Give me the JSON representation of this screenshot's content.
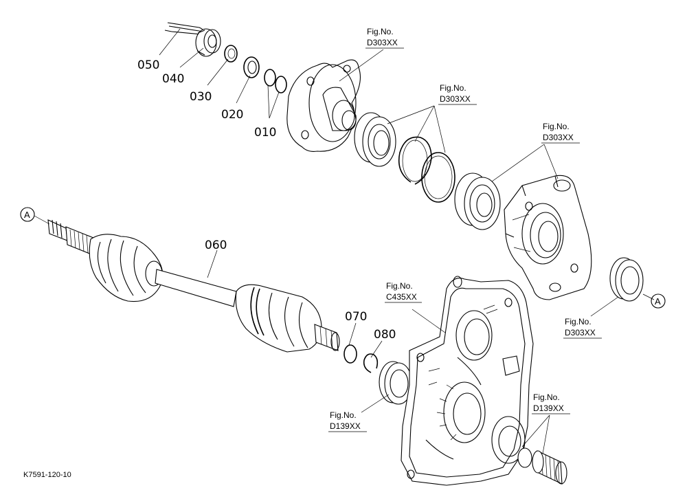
{
  "drawing_code": "K7591-120-10",
  "part_labels": {
    "p050": "050",
    "p040": "040",
    "p030": "030",
    "p020": "020",
    "p010": "010",
    "p060": "060",
    "p070": "070",
    "p080": "080"
  },
  "fig_refs": {
    "hub_flange": {
      "prefix": "Fig.No.",
      "code": "D303XX"
    },
    "bearing_snaprings": {
      "prefix": "Fig.No.",
      "code": "D303XX"
    },
    "axle_housing": {
      "prefix": "Fig.No.",
      "code": "D303XX"
    },
    "housing_seal": {
      "prefix": "Fig.No.",
      "code": "D303XX"
    },
    "transmission_case": {
      "prefix": "Fig.No.",
      "code": "C435XX"
    },
    "inner_seal": {
      "prefix": "Fig.No.",
      "code": "D139XX"
    },
    "case_bearing": {
      "prefix": "Fig.No.",
      "code": "D139XX"
    }
  },
  "connector_refs": {
    "left": "A",
    "right": "A"
  }
}
